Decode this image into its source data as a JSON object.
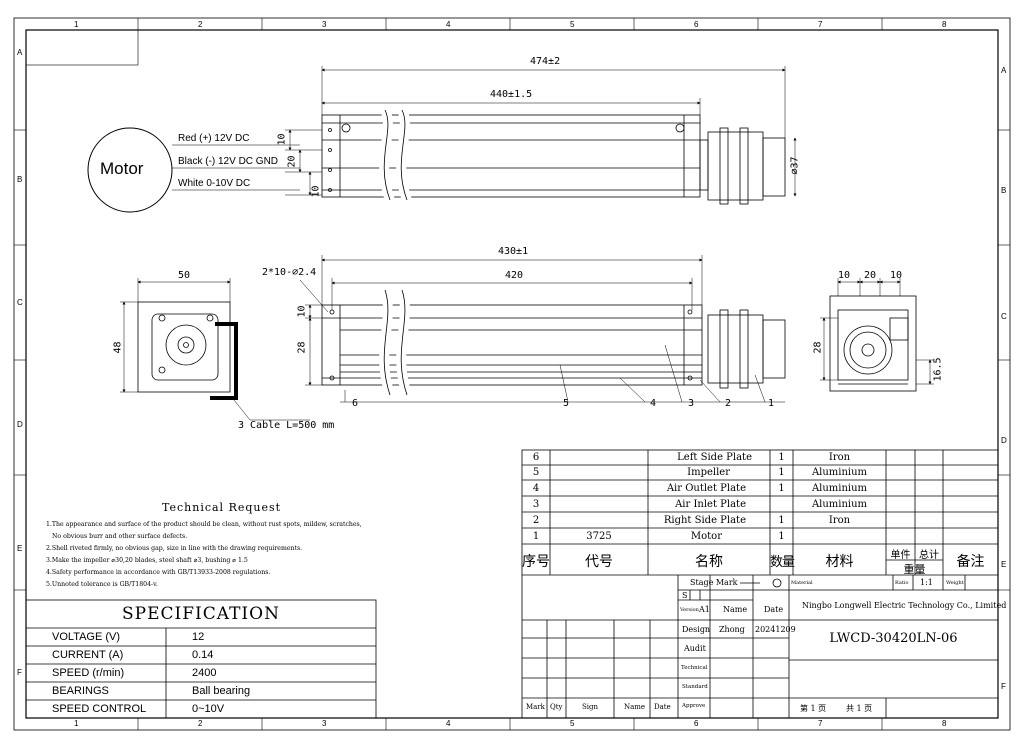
{
  "grid": {
    "columns": [
      "1",
      "2",
      "3",
      "4",
      "5",
      "6",
      "7",
      "8"
    ],
    "rows": [
      "A",
      "B",
      "C",
      "D",
      "E",
      "F"
    ]
  },
  "motor": {
    "label": "Motor",
    "wires": [
      "Red (+) 12V DC",
      "Black (-) 12V DC GND",
      "White 0-10V DC"
    ]
  },
  "dimensions": {
    "overall": "474±2",
    "body": "440±1.5",
    "mount_span": "430±1",
    "inner_span": "420",
    "pitch_top": "10",
    "pitch_mid": "20",
    "pitch_bottom": "10",
    "motor_diameter": "⌀37",
    "holes": "2*10-⌀2.4",
    "front_height_a": "10",
    "front_height_b": "28",
    "end_width": "50",
    "end_height": "48",
    "side_w1": "10",
    "side_w2": "20",
    "side_w3": "10",
    "side_height": "28",
    "outlet": "16.5",
    "cable": "3 Cable L=500 mm"
  },
  "callouts": [
    "6",
    "5",
    "4",
    "3",
    "2",
    "1"
  ],
  "technical_request": {
    "title": "Technical Request",
    "lines": [
      "1.The appearance and surface of the product should be clean, without rust spots, mildew, scratches,",
      "No obvious burr and other surface defects.",
      "2.Shell riveted firmly, no obvious gap, size in line with the drawing requirements.",
      "3.Make the impeller ⌀30,20 blades, steel shaft ⌀3, bushing ⌀ 1.5",
      "4.Safety performance in accordance with GB/T13933-2008 regulations.",
      "5.Unnoted tolerance is GB/T1804-v."
    ]
  },
  "specification": {
    "title": "SPECIFICATION",
    "rows": [
      {
        "label": "VOLTAGE (V)",
        "value": "12"
      },
      {
        "label": "CURRENT (A)",
        "value": "0.14"
      },
      {
        "label": "SPEED (r/min)",
        "value": "2400"
      },
      {
        "label": "BEARINGS",
        "value": "Ball bearing"
      },
      {
        "label": "SPEED CONTROL",
        "value": "0~10V"
      }
    ]
  },
  "bom": {
    "rows": [
      {
        "no": "6",
        "code": "",
        "name": "Left Side Plate",
        "qty": "1",
        "material": "Iron"
      },
      {
        "no": "5",
        "code": "",
        "name": "Impeller",
        "qty": "1",
        "material": "Aluminium"
      },
      {
        "no": "4",
        "code": "",
        "name": "Air Outlet Plate",
        "qty": "1",
        "material": "Aluminium"
      },
      {
        "no": "3",
        "code": "",
        "name": "Air Inlet Plate",
        "qty": "",
        "material": "Aluminium"
      },
      {
        "no": "2",
        "code": "",
        "name": "Right Side Plate",
        "qty": "1",
        "material": "Iron"
      },
      {
        "no": "1",
        "code": "3725",
        "name": "Motor",
        "qty": "1",
        "material": ""
      }
    ],
    "headers": {
      "no": "序号",
      "code": "代号",
      "name": "名称",
      "qty": "数量",
      "material": "材料",
      "unit": "单件",
      "total": "总计",
      "weight": "重量",
      "remark": "备注"
    }
  },
  "title_block": {
    "stage_mark": "Stage Mark",
    "stage_s": "S",
    "version_label": "Version",
    "version": "A1",
    "name_label": "Name",
    "date_label": "Date",
    "design_label": "Design",
    "designer": "Zhong",
    "design_date": "20241209",
    "audit_label": "Audit",
    "technical_label": "Technical",
    "standard_label": "Standard",
    "approve_label": "Approve",
    "material_label": "Material",
    "ratio_label": "Ratio",
    "ratio": "1:1",
    "weight_label": "Weight",
    "company": "Ningbo Longwell Electric Technology Co., Limited",
    "drawing_no": "LWCD-30420LN-06",
    "page": "第 1 页",
    "total_pages": "共 1 页",
    "mark": "Mark",
    "qty": "Qty",
    "sign": "Sign",
    "name": "Name",
    "date": "Date"
  }
}
